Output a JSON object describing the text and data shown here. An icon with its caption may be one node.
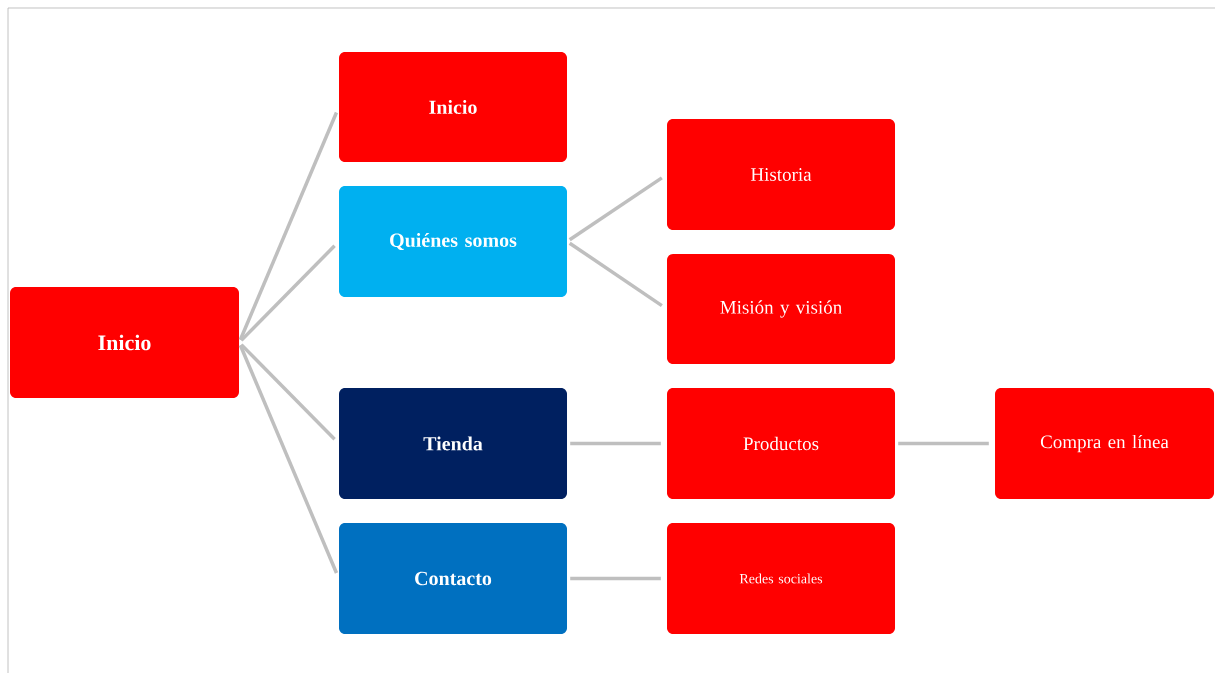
{
  "diagram": {
    "nodes": [
      {
        "text": [
          "Inicio"
        ]
      },
      {
        "text": [
          "Inicio"
        ]
      },
      {
        "text": [
          "Quiénes somos"
        ]
      },
      {
        "text": [
          "Historia"
        ]
      },
      {
        "text": [
          "Misión y visión"
        ]
      },
      {
        "text": [
          "Tienda"
        ]
      },
      {
        "text": [
          "Productos"
        ]
      },
      {
        "text": [
          "Compra en línea"
        ]
      },
      {
        "text": [
          "Contacto"
        ]
      },
      {
        "text": [
          "Redes sociales"
        ]
      }
    ],
    "edges": [
      {
        "from": 0,
        "to": 1,
        "arrow": "none"
      },
      {
        "from": 0,
        "to": 2,
        "arrow": "none"
      },
      {
        "from": 0,
        "to": 5,
        "arrow": "none"
      },
      {
        "from": 0,
        "to": 8,
        "arrow": "none"
      },
      {
        "from": 2,
        "to": 3,
        "arrow": "none"
      },
      {
        "from": 2,
        "to": 4,
        "arrow": "none"
      },
      {
        "from": 5,
        "to": 6,
        "arrow": "none"
      },
      {
        "from": 6,
        "to": 7,
        "arrow": "none"
      },
      {
        "from": 8,
        "to": 9,
        "arrow": "none"
      }
    ]
  }
}
